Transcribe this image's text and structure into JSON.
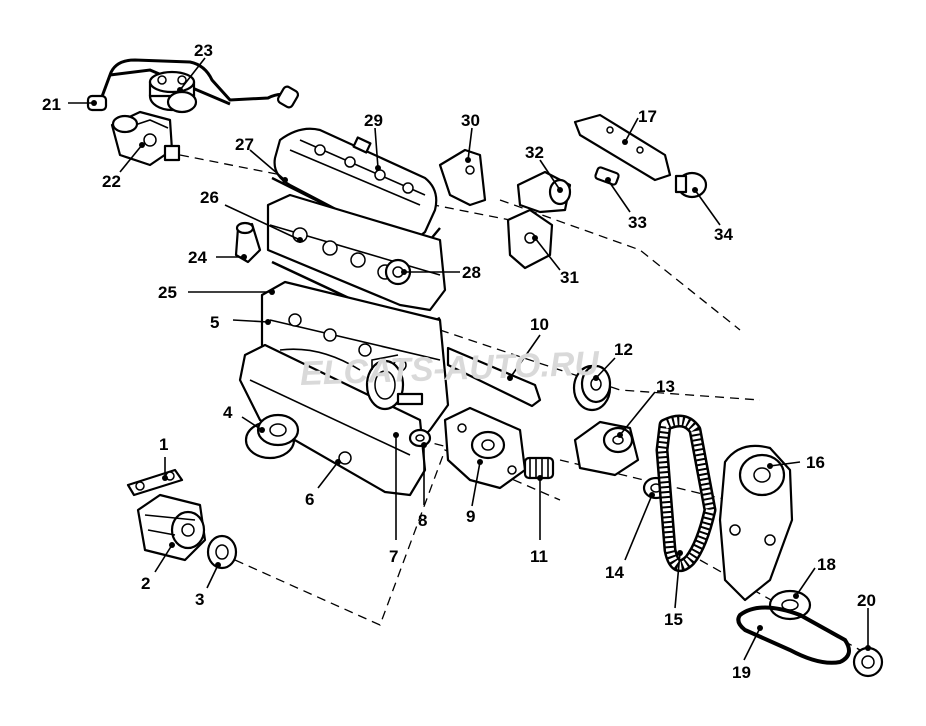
{
  "watermark": "ELCATS-AUTO.RU",
  "callouts": [
    {
      "id": "c1",
      "label": "1"
    },
    {
      "id": "c2",
      "label": "2"
    },
    {
      "id": "c3",
      "label": "3"
    },
    {
      "id": "c4",
      "label": "4"
    },
    {
      "id": "c5",
      "label": "5"
    },
    {
      "id": "c6",
      "label": "6"
    },
    {
      "id": "c7",
      "label": "7"
    },
    {
      "id": "c8",
      "label": "8"
    },
    {
      "id": "c9",
      "label": "9"
    },
    {
      "id": "c10",
      "label": "10"
    },
    {
      "id": "c11",
      "label": "11"
    },
    {
      "id": "c12",
      "label": "12"
    },
    {
      "id": "c13",
      "label": "13"
    },
    {
      "id": "c14",
      "label": "14"
    },
    {
      "id": "c15",
      "label": "15"
    },
    {
      "id": "c16",
      "label": "16"
    },
    {
      "id": "c17",
      "label": "17"
    },
    {
      "id": "c18",
      "label": "18"
    },
    {
      "id": "c19",
      "label": "19"
    },
    {
      "id": "c20",
      "label": "20"
    },
    {
      "id": "c21",
      "label": "21"
    },
    {
      "id": "c22",
      "label": "22"
    },
    {
      "id": "c23",
      "label": "23"
    },
    {
      "id": "c24",
      "label": "24"
    },
    {
      "id": "c25",
      "label": "25"
    },
    {
      "id": "c26",
      "label": "26"
    },
    {
      "id": "c27",
      "label": "27"
    },
    {
      "id": "c28",
      "label": "28"
    },
    {
      "id": "c29",
      "label": "29"
    },
    {
      "id": "c30",
      "label": "30"
    },
    {
      "id": "c31",
      "label": "31"
    },
    {
      "id": "c32",
      "label": "32"
    },
    {
      "id": "c33",
      "label": "33"
    },
    {
      "id": "c34",
      "label": "34"
    }
  ]
}
